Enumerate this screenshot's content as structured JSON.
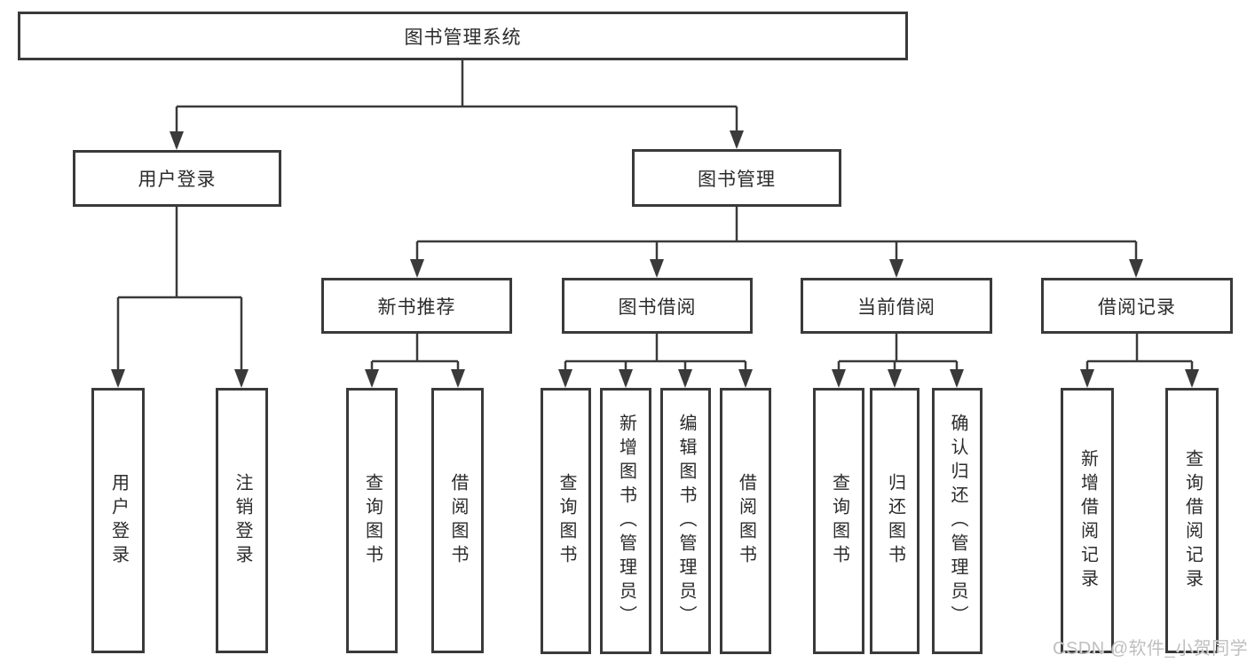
{
  "colors": {
    "line": "#3a3a3a",
    "text": "#2b2b2b",
    "box_background": "#ffffff",
    "watermark": "#bababa"
  },
  "tree": {
    "root": {
      "label": "图书管理系统"
    },
    "level2": [
      {
        "id": "user-login",
        "label": "用户登录"
      },
      {
        "id": "book-management",
        "label": "图书管理"
      }
    ],
    "level3": [
      {
        "id": "new-book-recommend",
        "label": "新书推荐"
      },
      {
        "id": "book-borrow",
        "label": "图书借阅"
      },
      {
        "id": "current-borrow",
        "label": "当前借阅"
      },
      {
        "id": "borrow-records",
        "label": "借阅记录"
      }
    ],
    "leaves": [
      {
        "id": "leaf-user-login",
        "parent": "user-login",
        "label": "用户登录"
      },
      {
        "id": "leaf-logout",
        "parent": "user-login",
        "label": "注销登录"
      },
      {
        "id": "leaf-query-books-recommend",
        "parent": "new-book-recommend",
        "label": "查询图书"
      },
      {
        "id": "leaf-borrow-books-recommend",
        "parent": "new-book-recommend",
        "label": "借阅图书"
      },
      {
        "id": "leaf-query-books-borrow",
        "parent": "book-borrow",
        "label": "查询图书"
      },
      {
        "id": "leaf-add-books-admin",
        "parent": "book-borrow",
        "label": "新增图书（管理员）"
      },
      {
        "id": "leaf-edit-books-admin",
        "parent": "book-borrow",
        "label": "编辑图书（管理员）"
      },
      {
        "id": "leaf-borrow-books",
        "parent": "book-borrow",
        "label": "借阅图书"
      },
      {
        "id": "leaf-query-books-current",
        "parent": "current-borrow",
        "label": "查询图书"
      },
      {
        "id": "leaf-return-books",
        "parent": "current-borrow",
        "label": "归还图书"
      },
      {
        "id": "leaf-confirm-return-admin",
        "parent": "current-borrow",
        "label": "确认归还（管理员）"
      },
      {
        "id": "leaf-add-borrow-record",
        "parent": "borrow-records",
        "label": "新增借阅记录"
      },
      {
        "id": "leaf-query-borrow-record",
        "parent": "borrow-records",
        "label": "查询借阅记录"
      }
    ]
  },
  "watermark": {
    "text": "CSDN @软件_小贺同学"
  }
}
